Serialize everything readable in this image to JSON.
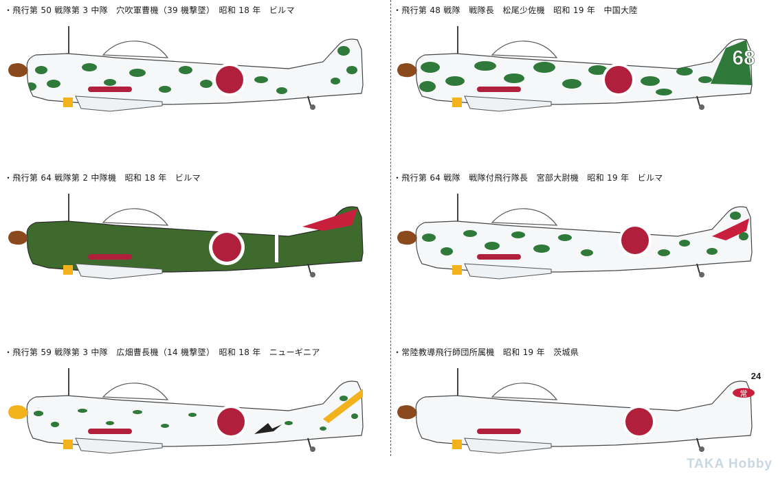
{
  "captions": [
    "・飛行第 50 戦隊第 3 中隊　穴吹軍曹機（39 機撃墜）　昭和 18 年　ビルマ",
    "・飛行第 48 戦隊　戦隊長　松尾少佐機　昭和 19 年　中国大陸",
    "・飛行第 64 戦隊第 2 中隊機　昭和 18 年　ビルマ",
    "・飛行第 64 戦隊　戦隊付飛行隊長　宮部大尉機　昭和 19 年　ビルマ",
    "・飛行第 59 戦隊第 3 中隊　広畑曹長機（14 機撃墜）　昭和 18 年　ニューギニア",
    "・常陸教導飛行師団所属機　昭和 19 年　茨城県"
  ],
  "tail_markings": {
    "plane2_number": "68",
    "plane6_number": "24",
    "plane6_emblem": "常"
  },
  "colors": {
    "hinomaru": "#b0203c",
    "olive_green": "#3f6a2d",
    "camo_green": "#2f7a3a",
    "prop_brown": "#8a4a1e",
    "yellow": "#f2b21c",
    "red_arrow": "#c8203c",
    "silver": "#f5f7f8"
  },
  "watermark": "TAKA Hobby"
}
